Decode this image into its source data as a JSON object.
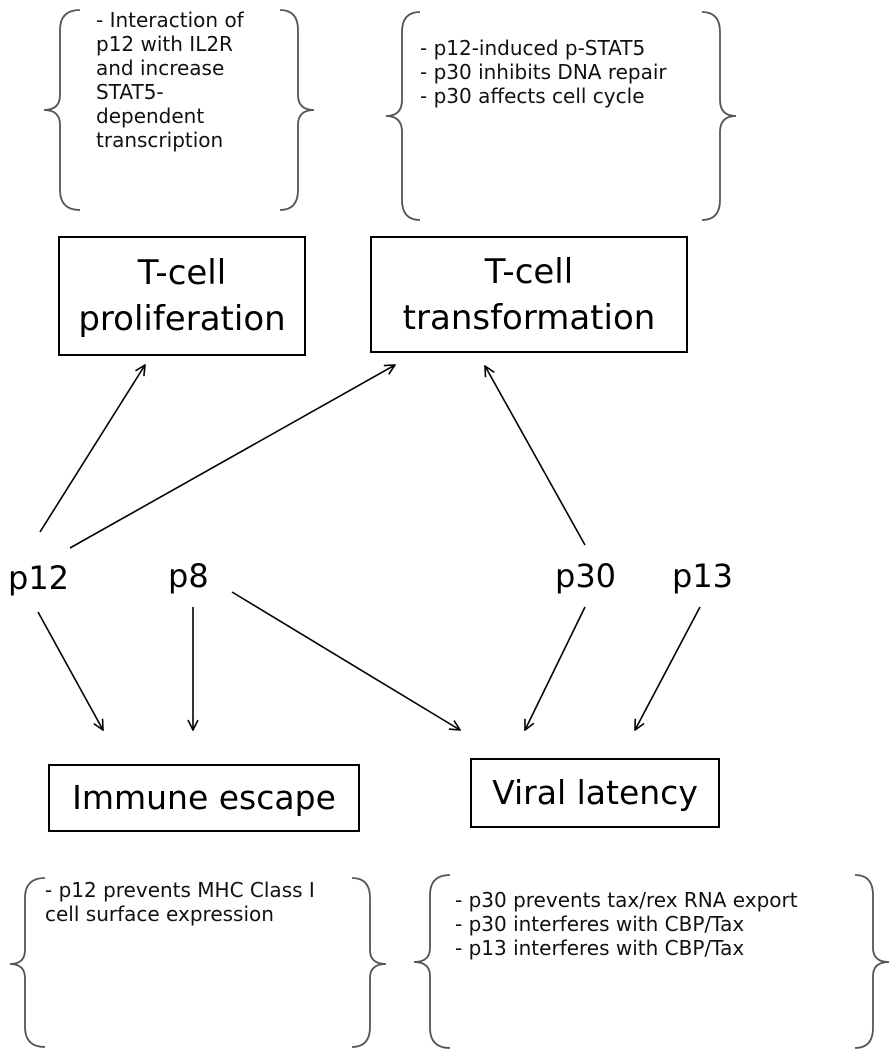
{
  "notes": {
    "proliferation": [
      "- Interaction of",
      "p12 with IL2R",
      "and increase",
      "STAT5-",
      "dependent",
      "transcription"
    ],
    "transformation": [
      "- p12-induced p-STAT5",
      "- p30 inhibits DNA repair",
      "- p30 affects cell cycle"
    ],
    "immune_escape": [
      "- p12 prevents MHC Class I",
      "cell surface expression"
    ],
    "viral_latency": [
      "- p30 prevents tax/rex RNA export",
      "- p30 interferes with CBP/Tax",
      "- p13 interferes with CBP/Tax"
    ]
  },
  "boxes": {
    "proliferation": [
      "T-cell",
      "proliferation"
    ],
    "transformation": [
      "T-cell",
      "transformation"
    ],
    "immune_escape": "Immune escape",
    "viral_latency": "Viral latency"
  },
  "proteins": {
    "p12": "p12",
    "p8": "p8",
    "p30": "p30",
    "p13": "p13"
  },
  "colors": {
    "line": "#000000",
    "text": "#111111"
  }
}
